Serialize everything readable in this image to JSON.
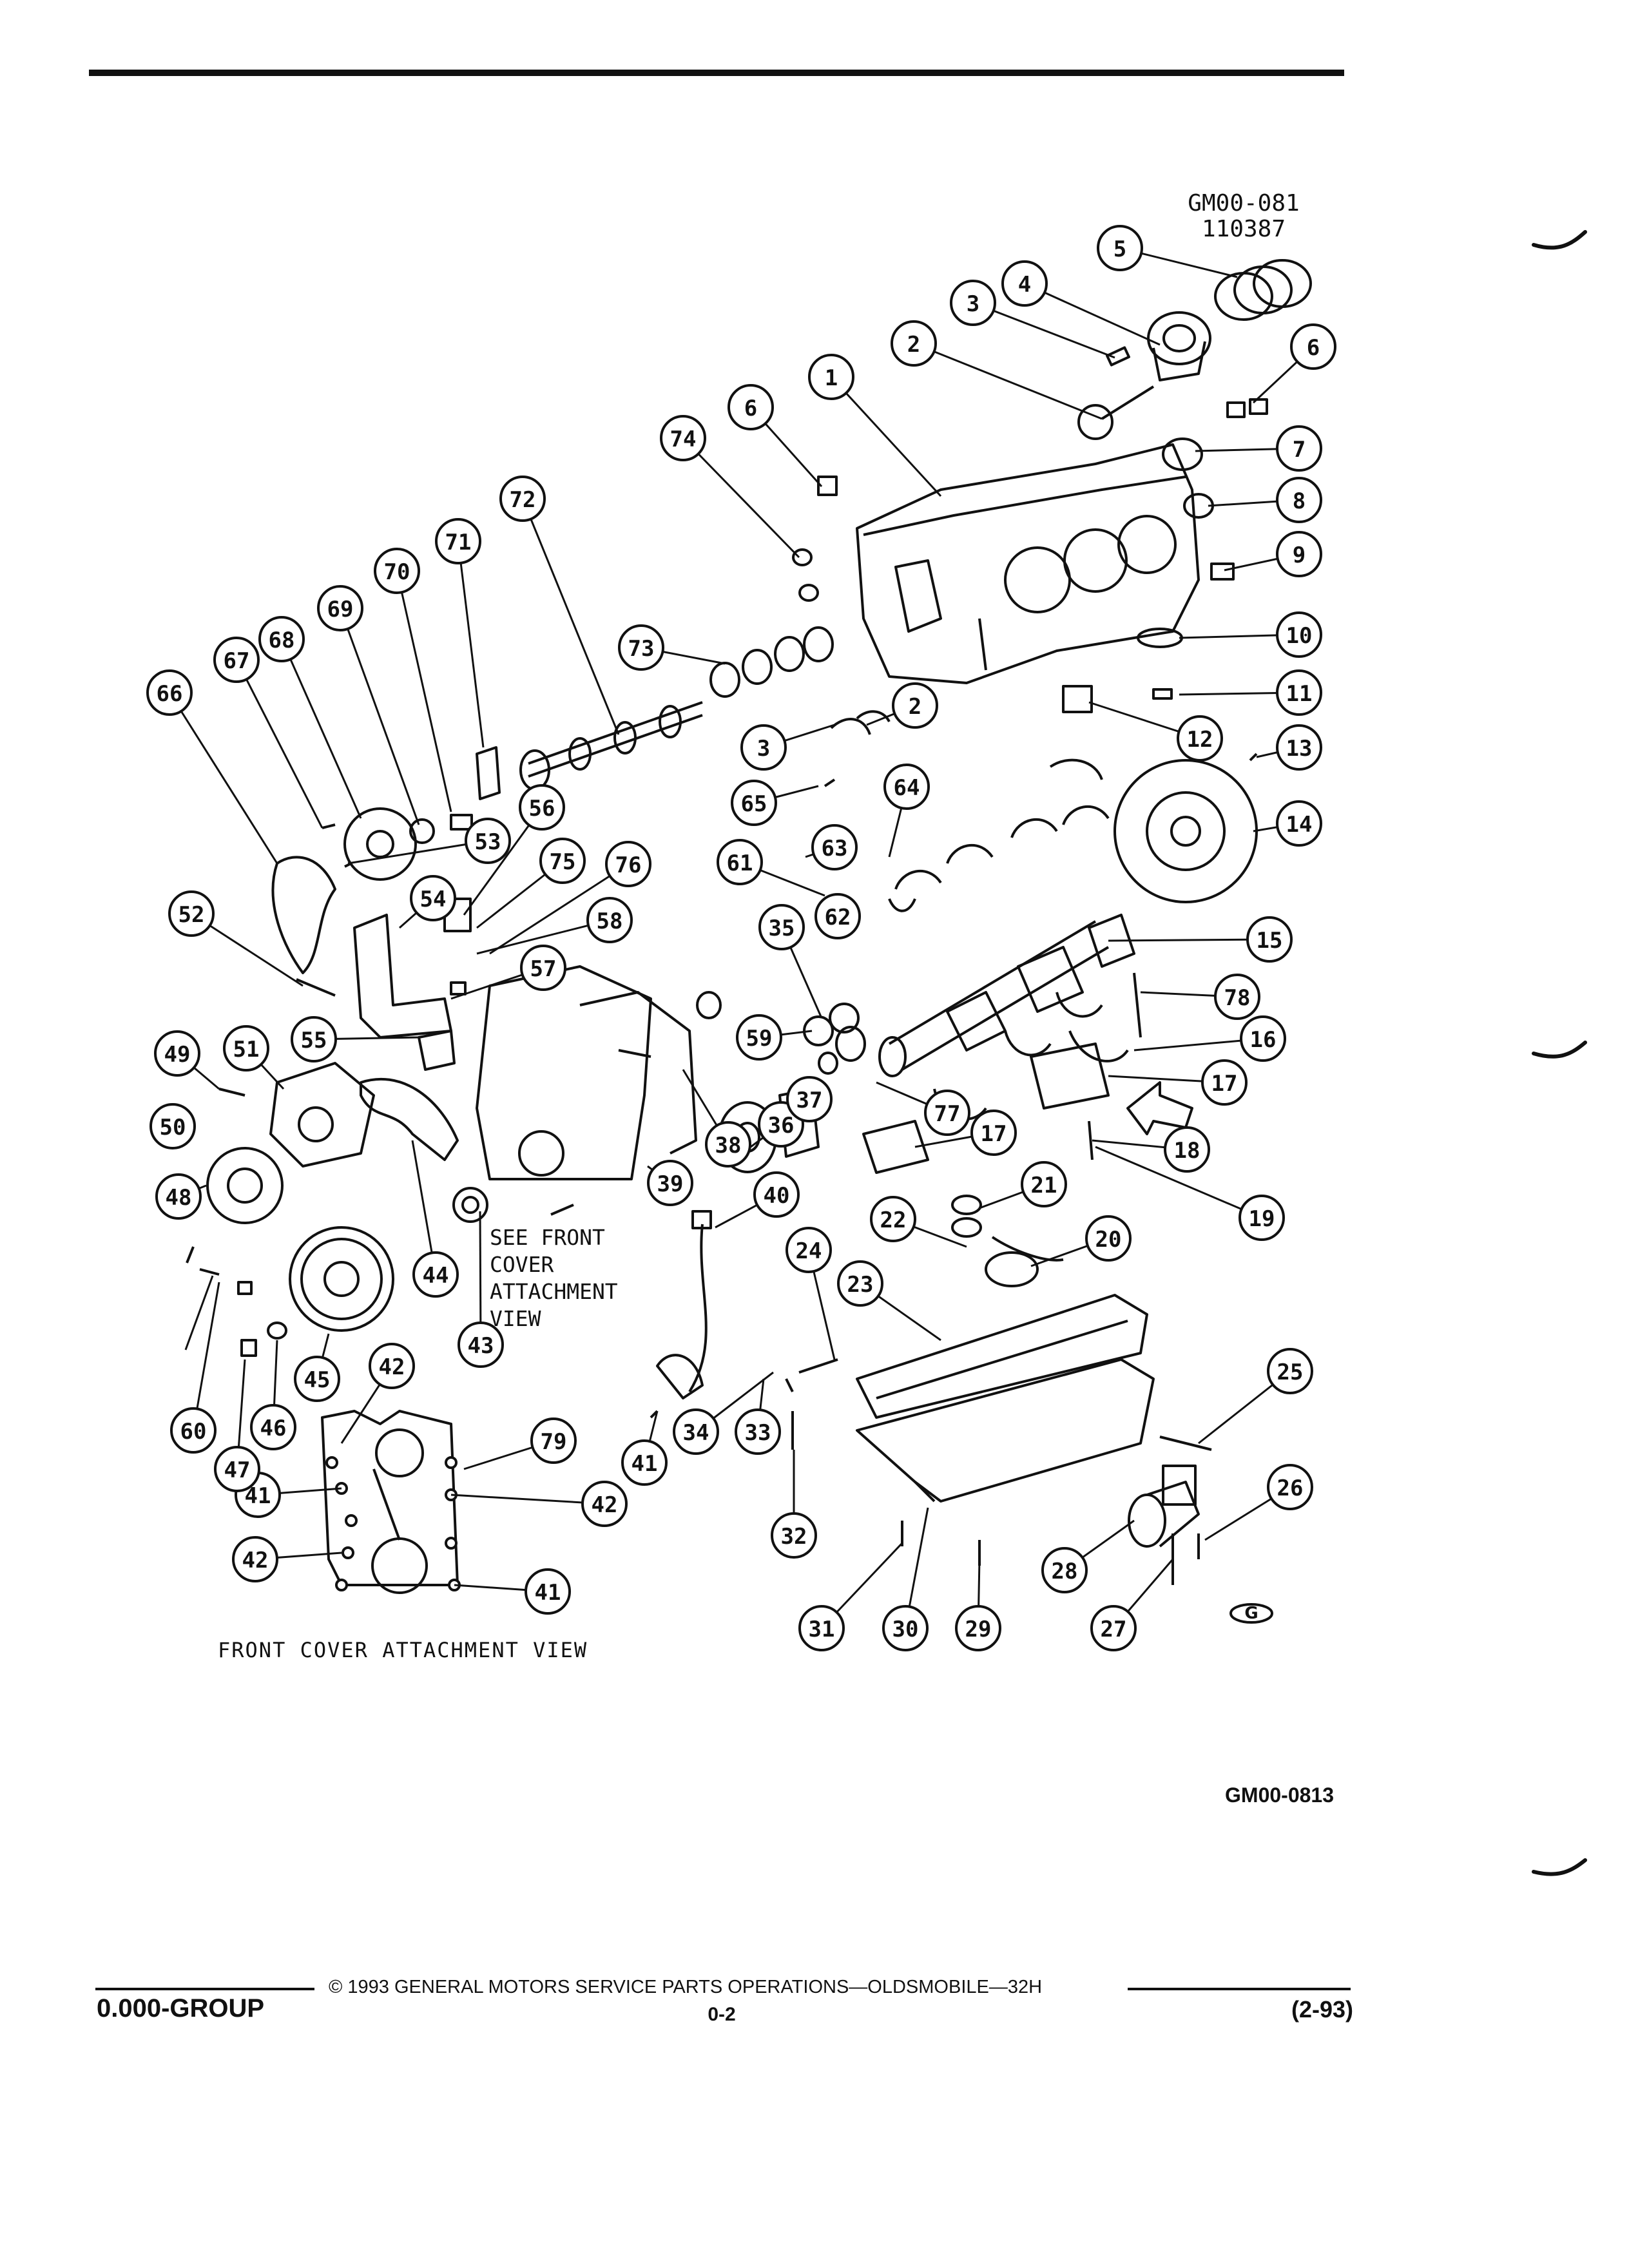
{
  "diagram": {
    "id_code": "GM00-081",
    "date_code": "110387",
    "figure_number": "GM00-0813",
    "caption": "FRONT COVER ATTACHMENT VIEW",
    "see_note_lines": [
      "SEE FRONT",
      "COVER",
      "ATTACHMENT",
      "VIEW"
    ],
    "logo_text": "G"
  },
  "callouts": [
    {
      "n": "1"
    },
    {
      "n": "2"
    },
    {
      "n": "2"
    },
    {
      "n": "3"
    },
    {
      "n": "3"
    },
    {
      "n": "4"
    },
    {
      "n": "5"
    },
    {
      "n": "6"
    },
    {
      "n": "6"
    },
    {
      "n": "7"
    },
    {
      "n": "8"
    },
    {
      "n": "9"
    },
    {
      "n": "10"
    },
    {
      "n": "11"
    },
    {
      "n": "12"
    },
    {
      "n": "13"
    },
    {
      "n": "14"
    },
    {
      "n": "15"
    },
    {
      "n": "16"
    },
    {
      "n": "17"
    },
    {
      "n": "17"
    },
    {
      "n": "18"
    },
    {
      "n": "19"
    },
    {
      "n": "20"
    },
    {
      "n": "21"
    },
    {
      "n": "22"
    },
    {
      "n": "23"
    },
    {
      "n": "24"
    },
    {
      "n": "25"
    },
    {
      "n": "26"
    },
    {
      "n": "27"
    },
    {
      "n": "28"
    },
    {
      "n": "29"
    },
    {
      "n": "30"
    },
    {
      "n": "31"
    },
    {
      "n": "32"
    },
    {
      "n": "33"
    },
    {
      "n": "34"
    },
    {
      "n": "35"
    },
    {
      "n": "36"
    },
    {
      "n": "37"
    },
    {
      "n": "38"
    },
    {
      "n": "39"
    },
    {
      "n": "40"
    },
    {
      "n": "41"
    },
    {
      "n": "41"
    },
    {
      "n": "41"
    },
    {
      "n": "42"
    },
    {
      "n": "42"
    },
    {
      "n": "42"
    },
    {
      "n": "43"
    },
    {
      "n": "44"
    },
    {
      "n": "45"
    },
    {
      "n": "46"
    },
    {
      "n": "47"
    },
    {
      "n": "48"
    },
    {
      "n": "49"
    },
    {
      "n": "50"
    },
    {
      "n": "51"
    },
    {
      "n": "52"
    },
    {
      "n": "53"
    },
    {
      "n": "54"
    },
    {
      "n": "55"
    },
    {
      "n": "56"
    },
    {
      "n": "57"
    },
    {
      "n": "58"
    },
    {
      "n": "59"
    },
    {
      "n": "60"
    },
    {
      "n": "61"
    },
    {
      "n": "62"
    },
    {
      "n": "63"
    },
    {
      "n": "64"
    },
    {
      "n": "65"
    },
    {
      "n": "66"
    },
    {
      "n": "67"
    },
    {
      "n": "68"
    },
    {
      "n": "69"
    },
    {
      "n": "70"
    },
    {
      "n": "71"
    },
    {
      "n": "72"
    },
    {
      "n": "73"
    },
    {
      "n": "74"
    },
    {
      "n": "75"
    },
    {
      "n": "76"
    },
    {
      "n": "77"
    },
    {
      "n": "78"
    },
    {
      "n": "79"
    }
  ],
  "footer": {
    "group": "0.000-GROUP",
    "copyright": "© 1993 GENERAL MOTORS SERVICE PARTS OPERATIONS—OLDSMOBILE—32H",
    "page": "0-2",
    "date": "(2-93)"
  }
}
